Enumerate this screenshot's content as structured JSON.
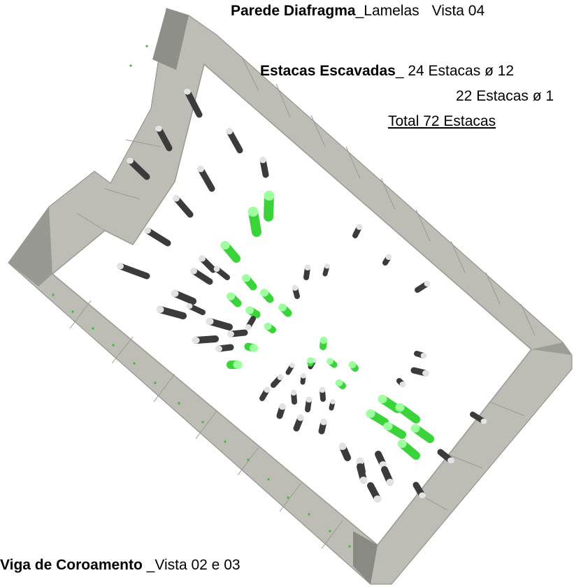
{
  "labels": {
    "parede_bold": "Parede Diafragma",
    "parede_rest": "_Lamelas",
    "parede_view": "Vista 04",
    "estacas_bold": "Estacas Escavadas",
    "estacas_line1": "_ 24 Estacas ø 12",
    "estacas_line2": "22 Estacas ø 1",
    "total": "Total 72 Estacas",
    "viga_bold": "Viga de Coroamento",
    "viga_rest": " _Vista 02 e 03"
  },
  "colors": {
    "wall_top": "#b9b9b1",
    "wall_face": "#a8a8a2",
    "wall_dark": "#8e8e88",
    "pile_gray": "#3b3b3b",
    "pile_gray_cap": "#e3e3e3",
    "pile_green": "#3ad43a",
    "pile_green_cap": "#9dff9d"
  }
}
